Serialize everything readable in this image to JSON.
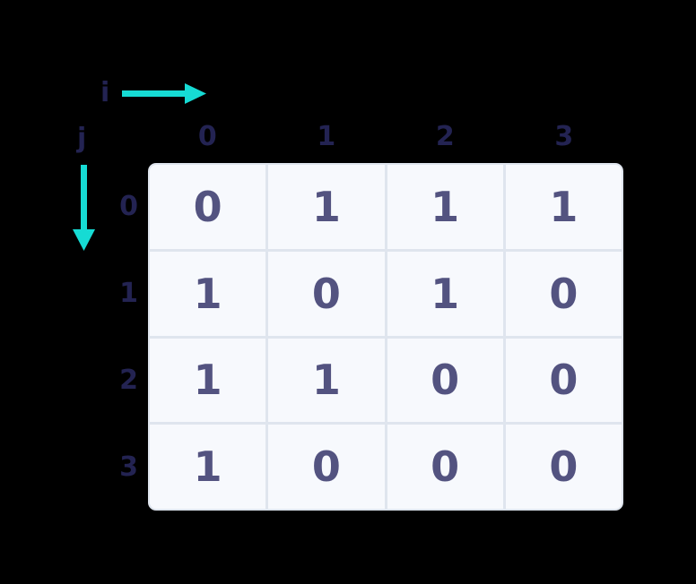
{
  "diagram": {
    "background_color": "#000000",
    "axis_labels": {
      "horizontal": "i",
      "vertical": "j"
    },
    "arrow_color": "#16dbd4",
    "header_color": "#232352",
    "cell_text_color": "#535380",
    "cell_background_color": "#f7f9fd",
    "grid_line_color": "#d6dde8",
    "column_headers": [
      "0",
      "1",
      "2",
      "3"
    ],
    "row_headers": [
      "0",
      "1",
      "2",
      "3"
    ]
  },
  "chart_data": {
    "type": "table",
    "title": "",
    "xlabel": "i",
    "ylabel": "j",
    "categories": [
      "0",
      "1",
      "2",
      "3"
    ],
    "rows": [
      "0",
      "1",
      "2",
      "3"
    ],
    "values": [
      [
        "0",
        "1",
        "1",
        "1"
      ],
      [
        "1",
        "0",
        "1",
        "0"
      ],
      [
        "1",
        "1",
        "0",
        "0"
      ],
      [
        "1",
        "0",
        "0",
        "0"
      ]
    ]
  }
}
